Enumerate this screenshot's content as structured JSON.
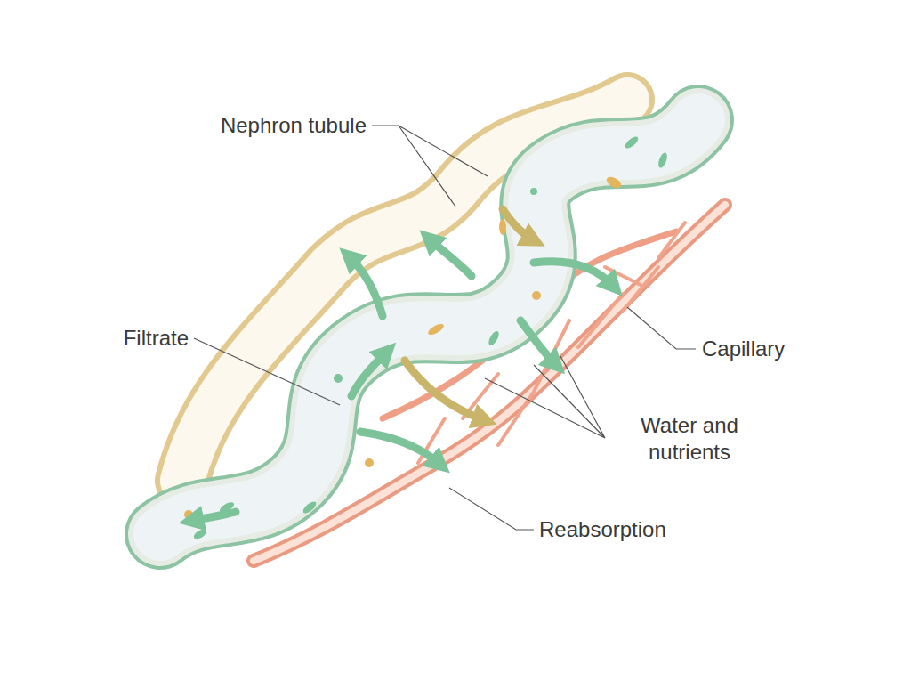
{
  "diagram": {
    "labels": [
      "Nephron tubule",
      "Filtrate",
      "Capillary",
      "Water and nutrients",
      "Reabsorption"
    ]
  }
}
